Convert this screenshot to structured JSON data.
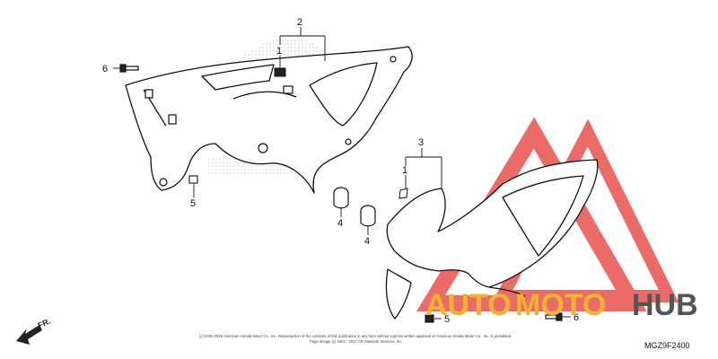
{
  "callouts": {
    "c1a": "1",
    "c2": "2",
    "c1b": "1",
    "c3": "3",
    "c4a": "4",
    "c4b": "4",
    "c5a": "5",
    "c5b": "5",
    "c6a": "6",
    "c6b": "6"
  },
  "direction_label": "FR.",
  "diagram_code": "MGZ9F2400",
  "copyright": {
    "line1": "(c) 2003-2018 American Honda Motor Co., Inc. Reproduction of the contents of this publication in any form without express written approval of American Honda Motor Co., Inc. is prohibited.",
    "line2": "Page design (c) 2004 - 2017 ARI Network Services, Inc."
  },
  "watermark": {
    "word_part1": "AUTO",
    "word_part2": "MOTO",
    "word_part3": "HUB",
    "colors": {
      "red": "#e8524e",
      "orange": "#f2b234",
      "gray": "#555555"
    }
  }
}
